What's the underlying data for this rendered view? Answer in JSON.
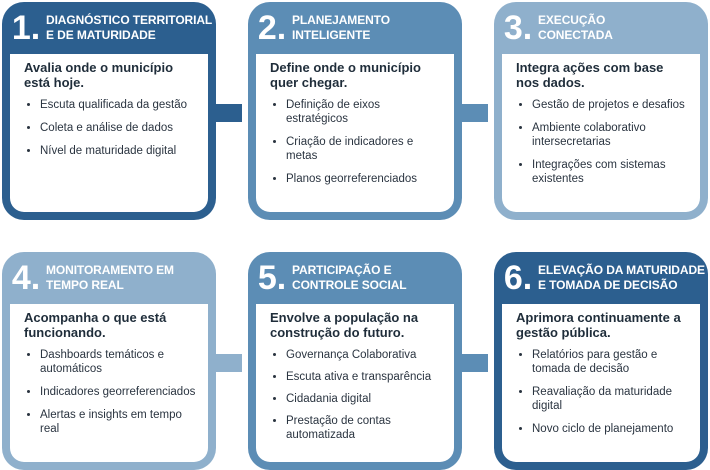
{
  "colors": {
    "dark": "#2c5f8f",
    "mid": "#5c8db5",
    "light": "#8fb0cc"
  },
  "steps": [
    {
      "num": "1.",
      "title_line1": "DIAGNÓSTICO TERRITORIAL",
      "title_line2": "E DE MATURIDADE",
      "lead": "Avalia onde o município está hoje.",
      "items": [
        "Escuta qualificada da gestão",
        "Coleta e análise de dados",
        "Nível de maturidade digital"
      ]
    },
    {
      "num": "2.",
      "title_line1": "PLANEJAMENTO",
      "title_line2": "INTELIGENTE",
      "lead": "Define onde o município quer chegar.",
      "items": [
        "Definição de eixos estratégicos",
        "Criação de indicadores e metas",
        "Planos georreferenciados"
      ]
    },
    {
      "num": "3.",
      "title_line1": "EXECUÇÃO",
      "title_line2": "CONECTADA",
      "lead": "Integra ações com base nos dados.",
      "items": [
        "Gestão de projetos e desafios",
        "Ambiente colaborativo intersecretarias",
        "Integrações com sistemas existentes"
      ]
    },
    {
      "num": "4.",
      "title_line1": "MONITORAMENTO EM",
      "title_line2": "TEMPO REAL",
      "lead": "Acompanha o que está funcionando.",
      "items": [
        "Dashboards temáticos e automáticos",
        "Indicadores georreferenciados",
        "Alertas e insights em tempo real"
      ]
    },
    {
      "num": "5.",
      "title_line1": "PARTICIPAÇÃO E",
      "title_line2": "CONTROLE SOCIAL",
      "lead": "Envolve a população na construção do futuro.",
      "items": [
        "Governança Colaborativa",
        "Escuta ativa e transparência",
        "Cidadania digital",
        "Prestação de contas automatizada"
      ]
    },
    {
      "num": "6.",
      "title_line1": "ELEVAÇÃO DA MATURIDADE",
      "title_line2": "E TOMADA DE DECISÃO",
      "lead": "Aprimora continuamente a gestão pública.",
      "items": [
        "Relatórios para gestão e tomada de decisão",
        "Reavaliação da maturidade digital",
        "Novo ciclo de planejamento"
      ]
    }
  ]
}
